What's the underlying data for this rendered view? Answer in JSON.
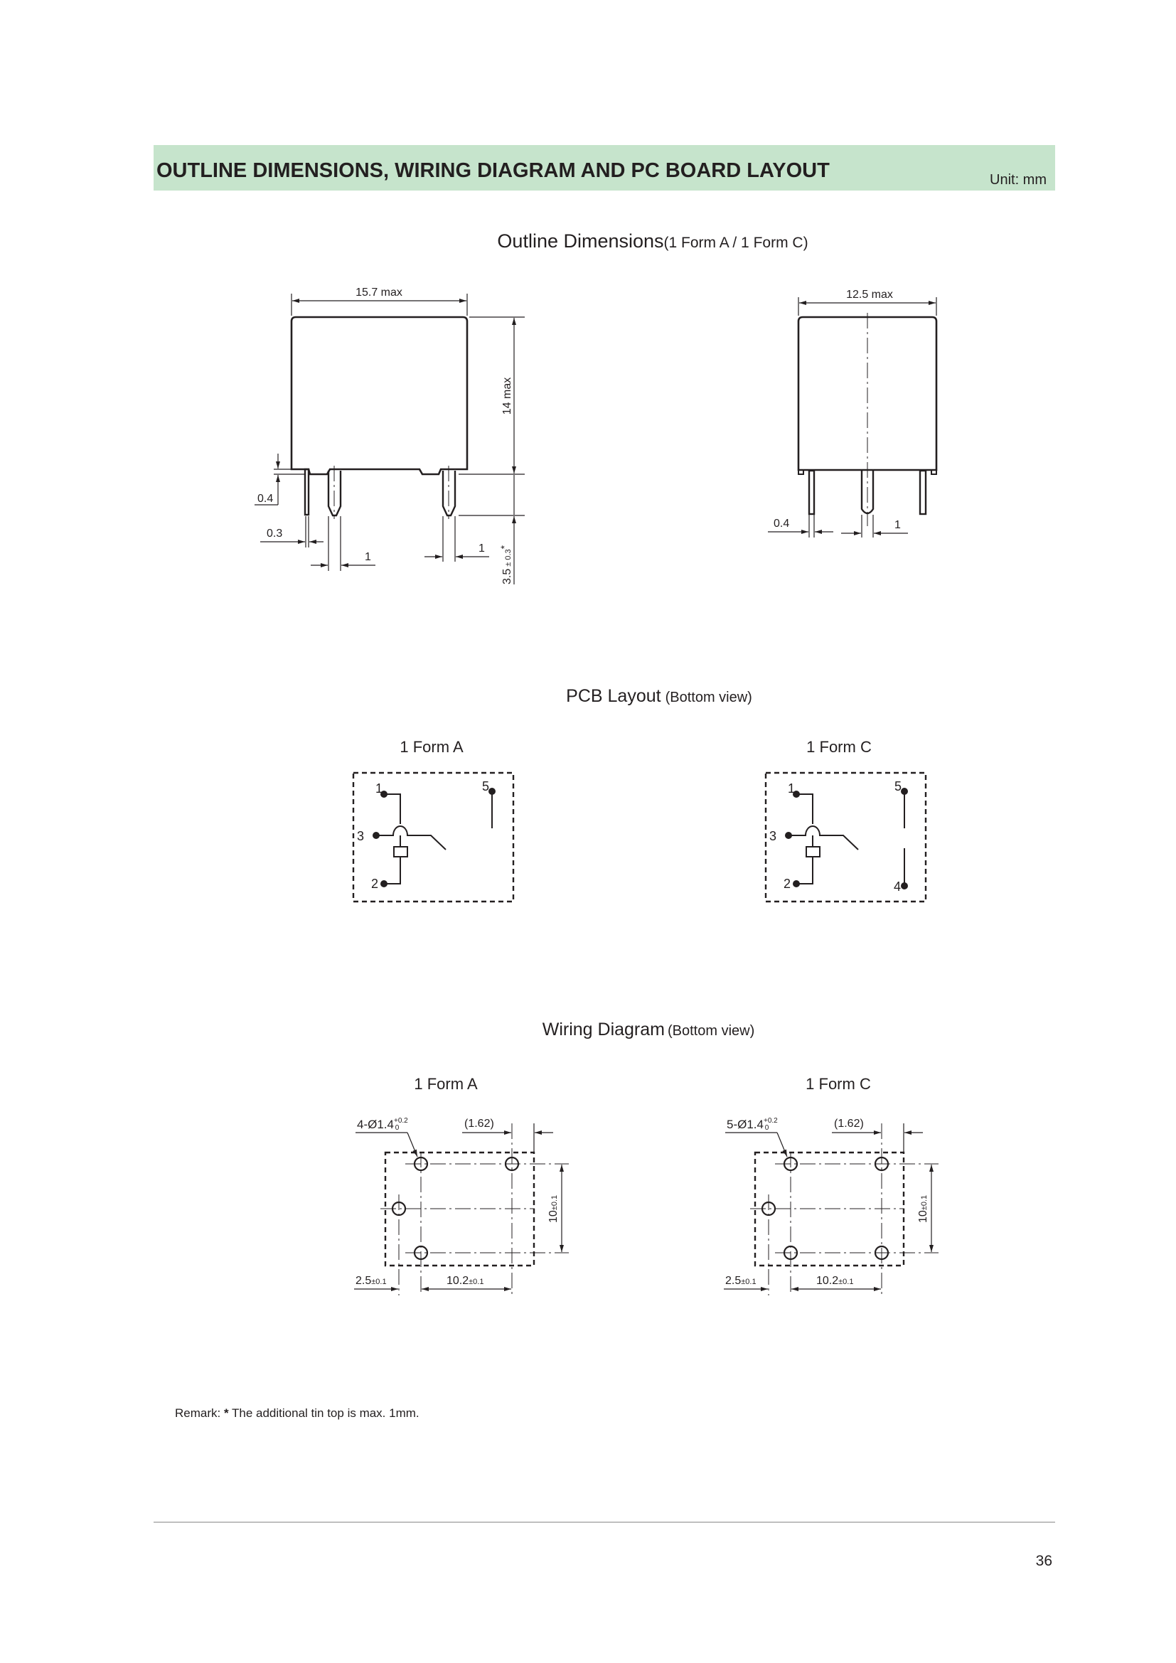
{
  "header": {
    "title": "OUTLINE DIMENSIONS, WIRING DIAGRAM AND PC BOARD LAYOUT",
    "unit": "Unit: mm",
    "band_color": "#c6e4cc"
  },
  "outline": {
    "title": "Outline Dimensions",
    "subtitle": "(1 Form A / 1 Form C)",
    "front": {
      "width": "15.7 max",
      "height": "14 max",
      "dim_04": "0.4",
      "dim_03": "0.3",
      "dim_1a": "1",
      "dim_1b": "1",
      "pin_len": "3.5",
      "pin_tol": "± 0.3",
      "pin_mark": "*"
    },
    "side": {
      "width": "12.5 max",
      "dim_04": "0.4",
      "dim_1": "1"
    }
  },
  "pcb": {
    "title": "PCB Layout",
    "subtitle": "(Bottom view)",
    "form_a": {
      "label": "1 Form A",
      "pins": [
        "1",
        "5",
        "3",
        "2"
      ]
    },
    "form_c": {
      "label": "1 Form C",
      "pins": [
        "1",
        "5",
        "3",
        "2",
        "4"
      ]
    }
  },
  "wiring": {
    "title": "Wiring Diagram",
    "subtitle": "(Bottom view)",
    "form_a": {
      "label": "1 Form A",
      "holes": "4-Ø1.4",
      "tol_up": "+0.2",
      "tol_dn": "0",
      "offset": "(1.62)",
      "pitch_v": "10",
      "pitch_v_tol": "±0.1",
      "dim_25": "2.5",
      "dim_25_tol": "±0.1",
      "dim_102": "10.2",
      "dim_102_tol": "±0.1"
    },
    "form_c": {
      "label": "1 Form C",
      "holes": "5-Ø1.4",
      "tol_up": "+0.2",
      "tol_dn": "0",
      "offset": "(1.62)",
      "pitch_v": "10",
      "pitch_v_tol": "±0.1",
      "dim_25": "2.5",
      "dim_25_tol": "±0.1",
      "dim_102": "10.2",
      "dim_102_tol": "±0.1"
    }
  },
  "remark": {
    "prefix": "Remark: ",
    "mark": "*",
    "text": " The additional tin top is max. 1mm."
  },
  "page_number": "36"
}
